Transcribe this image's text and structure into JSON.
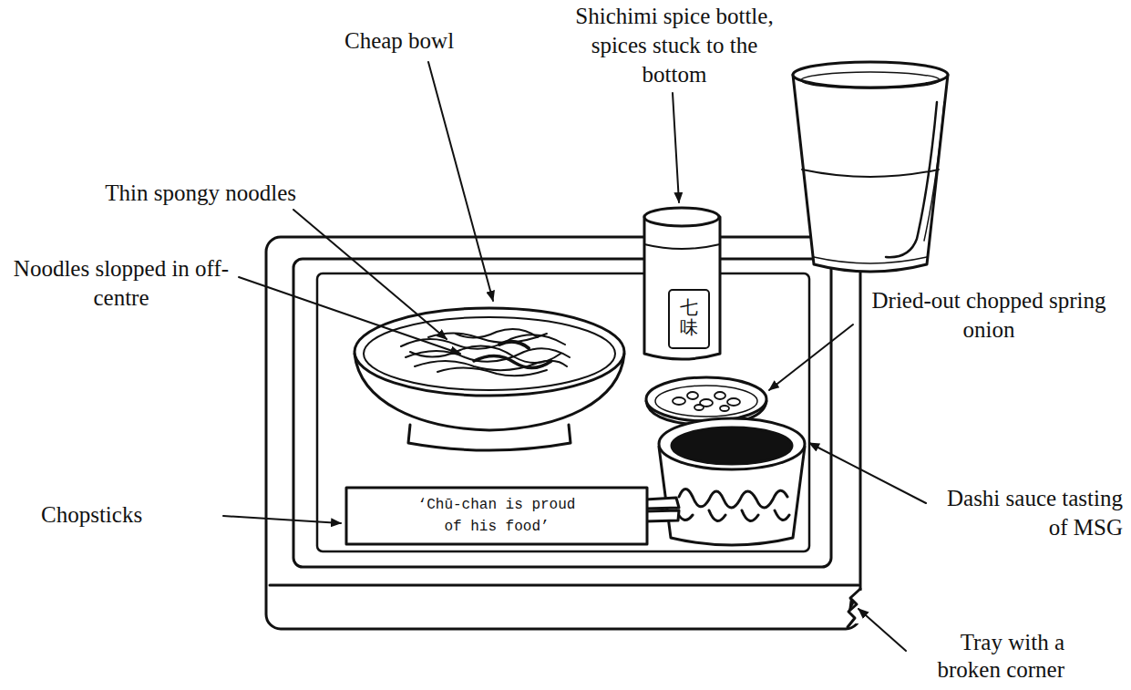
{
  "diagram": {
    "labels": [
      "Shichimi spice bottle, spices stuck to the bottom",
      "Cheap bowl",
      "Thin spongy noodles",
      "Noodles slopped in off-centre",
      "Dried-out chopped spring onion",
      "Chopsticks",
      "‘Chū-chan is proud of his food’",
      "Dashi sauce tasting of MSG",
      "Tray with a broken corner",
      "七味"
    ]
  }
}
